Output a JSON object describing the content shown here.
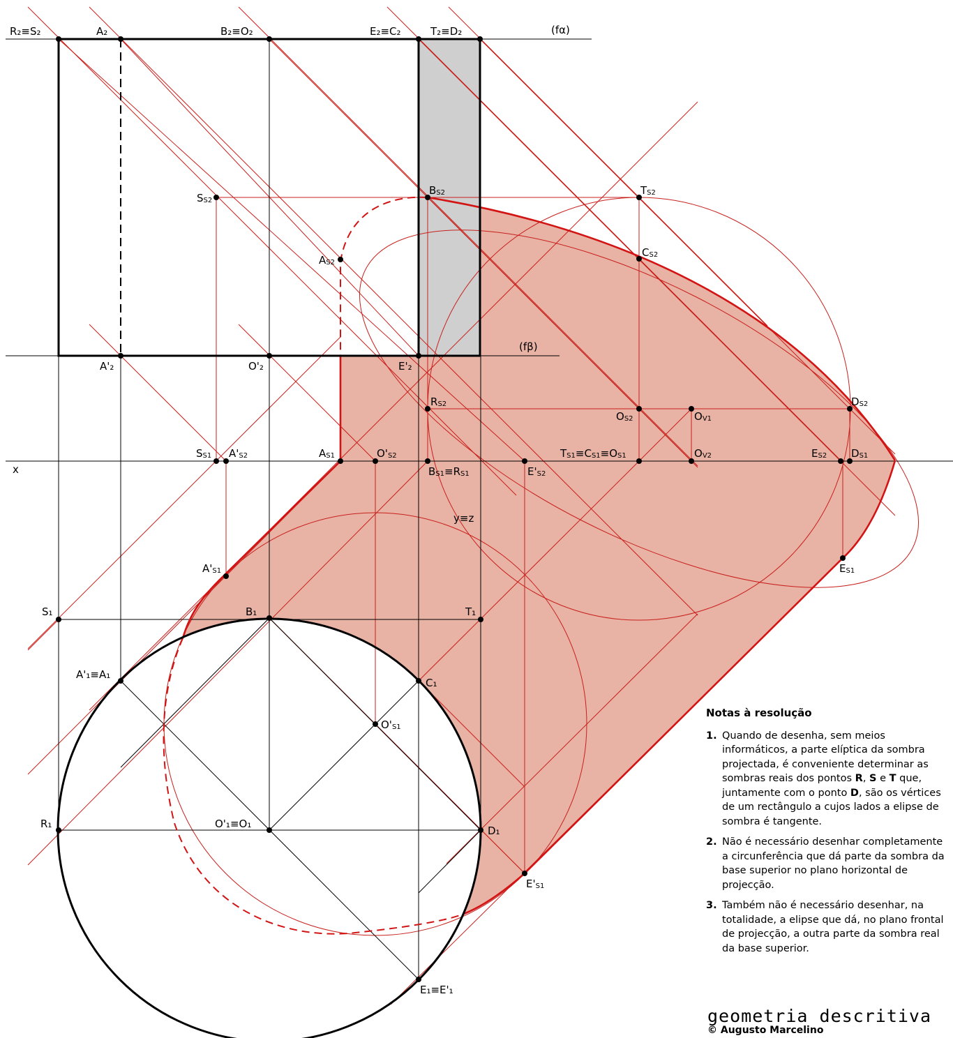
{
  "points": [
    {
      "id": "R2S2",
      "name": "R₂≡S₂"
    },
    {
      "id": "A2",
      "name": "A₂"
    },
    {
      "id": "B2O2",
      "name": "B₂≡O₂"
    },
    {
      "id": "E2C2",
      "name": "E₂≡C₂"
    },
    {
      "id": "T2D2",
      "name": "T₂≡D₂"
    },
    {
      "id": "fa",
      "name": "(fα)"
    },
    {
      "id": "fb",
      "name": "(fβ)"
    },
    {
      "id": "A2p",
      "name": "A'₂"
    },
    {
      "id": "O2p",
      "name": "O'₂"
    },
    {
      "id": "E2p",
      "name": "E'₂"
    },
    {
      "id": "SS2",
      "name": "S",
      "sub": "S2"
    },
    {
      "id": "BS2",
      "name": "B",
      "sub": "S2"
    },
    {
      "id": "TS2",
      "name": "T",
      "sub": "S2"
    },
    {
      "id": "AS2",
      "name": "A",
      "sub": "S2"
    },
    {
      "id": "CS2",
      "name": "C",
      "sub": "S2"
    },
    {
      "id": "RS2",
      "name": "R",
      "sub": "S2"
    },
    {
      "id": "OS2",
      "name": "O",
      "sub": "S2"
    },
    {
      "id": "OV1",
      "name": "O",
      "sub": "V1"
    },
    {
      "id": "DS2",
      "name": "D",
      "sub": "S2"
    },
    {
      "id": "x",
      "name": "x"
    },
    {
      "id": "SS1",
      "name": "S",
      "sub": "S1"
    },
    {
      "id": "AS2p",
      "name": "A'",
      "sub": "S2"
    },
    {
      "id": "AS1",
      "name": "A",
      "sub": "S1"
    },
    {
      "id": "OS2p",
      "name": "O'",
      "sub": "S2"
    },
    {
      "id": "BS1RS1",
      "name": "B",
      "sub": "S1",
      "name2": "≡R",
      "sub2": "S1"
    },
    {
      "id": "ES2p",
      "name": "E'",
      "sub": "S2"
    },
    {
      "id": "TS1",
      "name": "T",
      "sub": "S1",
      "name2": "≡C",
      "sub2": "S1",
      "name3": "≡O",
      "sub3": "S1"
    },
    {
      "id": "OV2",
      "name": "O",
      "sub": "V2"
    },
    {
      "id": "ES2",
      "name": "E",
      "sub": "S2"
    },
    {
      "id": "DS1",
      "name": "D",
      "sub": "S1"
    },
    {
      "id": "yz",
      "name": "y≡z"
    },
    {
      "id": "ES1",
      "name": "E",
      "sub": "S1"
    },
    {
      "id": "AS1p",
      "name": "A'",
      "sub": "S1"
    },
    {
      "id": "S1",
      "name": "S₁"
    },
    {
      "id": "B1",
      "name": "B₁"
    },
    {
      "id": "T1",
      "name": "T₁"
    },
    {
      "id": "A1",
      "name": "A'₁≡A₁"
    },
    {
      "id": "C1",
      "name": "C₁"
    },
    {
      "id": "OS1p",
      "name": "O'",
      "sub": "S1"
    },
    {
      "id": "R1",
      "name": "R₁"
    },
    {
      "id": "O1",
      "name": "O'₁≡O₁"
    },
    {
      "id": "D1",
      "name": "D₁"
    },
    {
      "id": "ES1p",
      "name": "E'",
      "sub": "S1"
    },
    {
      "id": "E1",
      "name": "E₁≡E'₁"
    }
  ],
  "notes": {
    "title": "Notas à resolução",
    "items": [
      {
        "num": "1.",
        "html": "Quando de desenha, sem meios informáticos, a parte elíptica da sombra projectada, é conveniente determinar as sombras reais dos pontos <b>R</b>, <b>S</b> e <b>T</b> que, juntamente com o ponto <b>D</b>, são os vértices de um rectângulo a cujos lados a elipse de sombra é tangente."
      },
      {
        "num": "2.",
        "html": "Não é necessário desenhar completamente a circunferência que dá parte da sombra da base superior no plano horizontal de projecção."
      },
      {
        "num": "3.",
        "html": "Também não é necessário desenhar, na totalidade, a elipse que dá, no plano frontal de projecção, a outra parte da sombra real da base superior."
      }
    ]
  },
  "brand": "geometria descritiva",
  "copyright": "© Augusto Marcelino",
  "colors": {
    "shadow": "#e8b2a5",
    "construction": "#c8201c",
    "contour": "#d21414",
    "solid": "#000000",
    "face": "#cfcfcf"
  }
}
